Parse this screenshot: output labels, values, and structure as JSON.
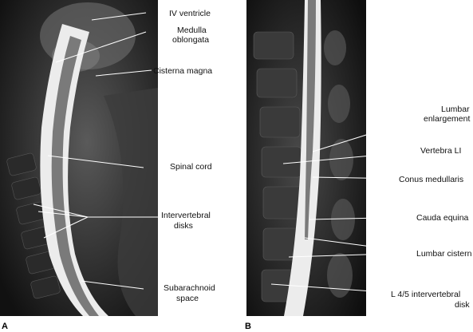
{
  "panel_a": {
    "panel_label": "A",
    "labels": {
      "iv_ventricle": "IV ventricle",
      "medulla_line1": "Medulla",
      "medulla_line2": "oblongata",
      "cisterna_magna": "Cisterna magna",
      "spinal_cord": "Spinal cord",
      "intervertebral_line1": "Intervertebral",
      "intervertebral_line2": "disks",
      "subarachnoid_line1": "Subarachnoid",
      "subarachnoid_line2": "space"
    }
  },
  "panel_b": {
    "panel_label": "B",
    "labels": {
      "lumbar_line1": "Lumbar",
      "lumbar_line2": "enlargement",
      "vertebra_l1": "Vertebra LI",
      "conus_medullaris": "Conus medullaris",
      "cauda_equina": "Cauda equina",
      "lumbar_cistern": "Lumbar cistern",
      "l45_line1": "L 4/5 intervertebral",
      "l45_line2": "disk"
    }
  },
  "colors": {
    "background": "#ffffff",
    "mri_dark": "#1a1a1a",
    "csf_bright": "#ececec",
    "cord_gray": "#7a7a7a",
    "label_text": "#111111"
  }
}
